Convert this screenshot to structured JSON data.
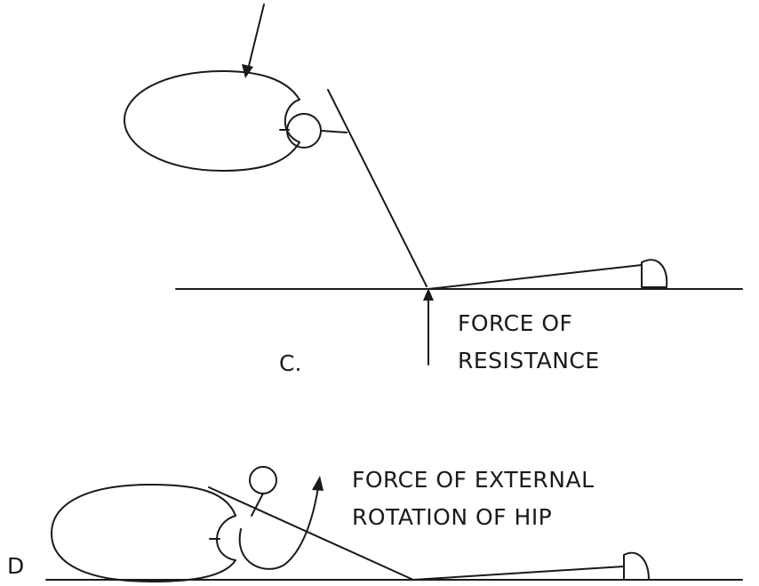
{
  "panel_c": {
    "letter": "C.",
    "force_label": {
      "line1": "FORCE OF",
      "line2": "RESISTANCE"
    }
  },
  "panel_d": {
    "letter": "D",
    "force_label": {
      "line1": "FORCE OF EXTERNAL",
      "line2": "ROTATION OF HIP"
    }
  }
}
